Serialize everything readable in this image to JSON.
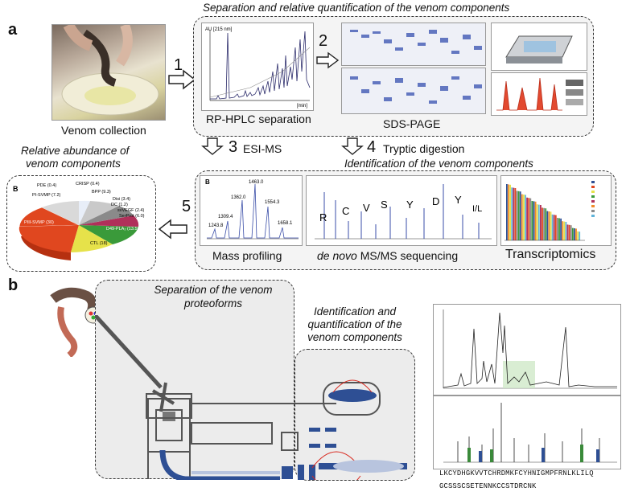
{
  "panel_a": {
    "letter": "a",
    "venom_collection": "Venom collection",
    "separation_title": "Separation and relative quantification of the venom components",
    "rp_hplc": "RP-HPLC separation",
    "sds_page": "SDS-PAGE",
    "step1": "1",
    "step2": "2",
    "step3": "3",
    "step3_label": "ESI-MS",
    "step4": "4",
    "step4_label": "Tryptic digestion",
    "step5": "5",
    "identification_title": "Identification of the venom components",
    "relative_title_line1": "Relative abundance of",
    "relative_title_line2": "venom components",
    "mass_profiling": "Mass profiling",
    "denovo_prefix": "de novo",
    "denovo_suffix": " MS/MS sequencing",
    "transcriptomics": "Transcriptomics",
    "hplc_axis_label": "AU [215 nm]",
    "hplc_x_unit": "[min]",
    "mass_panel_letter": "B",
    "mass_peaks": [
      "1463.0",
      "1362.0",
      "1554.3",
      "1309.4",
      "1243.8",
      "1658.1"
    ],
    "pie_letter": "B",
    "pie_labels": {
      "pde": "PDE (0.4)",
      "crisp": "CRISP (0.4)",
      "bpp": "BPP (9.3)",
      "pisvmp": "PI-SVMP (7.2)",
      "disi": "Disi (3.4)",
      "dc": "DC (1.2)",
      "svvegf": "svVEGF (2.4)",
      "serprot": "SerProt (6.0)",
      "piiisvmp": "PIII-SVMP (30)",
      "d49": "D49-PLA₂ (13.5)",
      "ctl": "CTL (18)"
    },
    "sequence_letters": [
      "R",
      "C",
      "V",
      "S",
      "Y",
      "D",
      "Y",
      "I/L"
    ]
  },
  "panel_b": {
    "letter": "b",
    "separation_title": "Separation of the venom proteoforms",
    "identification_title": "Identification and quantification of the venom components",
    "sequence_line1": "LKCYDHGKVVTCHRDMKFCYHNIGMPFRNLKLILQ",
    "sequence_line2": "GCSSSCSETENNKCCSTDRCNK"
  },
  "colors": {
    "panel_bg": "#f4f4f4",
    "pie_piii": "#e0471f",
    "pie_ctl": "#e6e24a",
    "pie_d49": "#3a9a3a",
    "pie_serprot": "#b0305a",
    "pie_pisvmp": "#d9d9d9",
    "instrument_blue": "#2e4f94"
  }
}
